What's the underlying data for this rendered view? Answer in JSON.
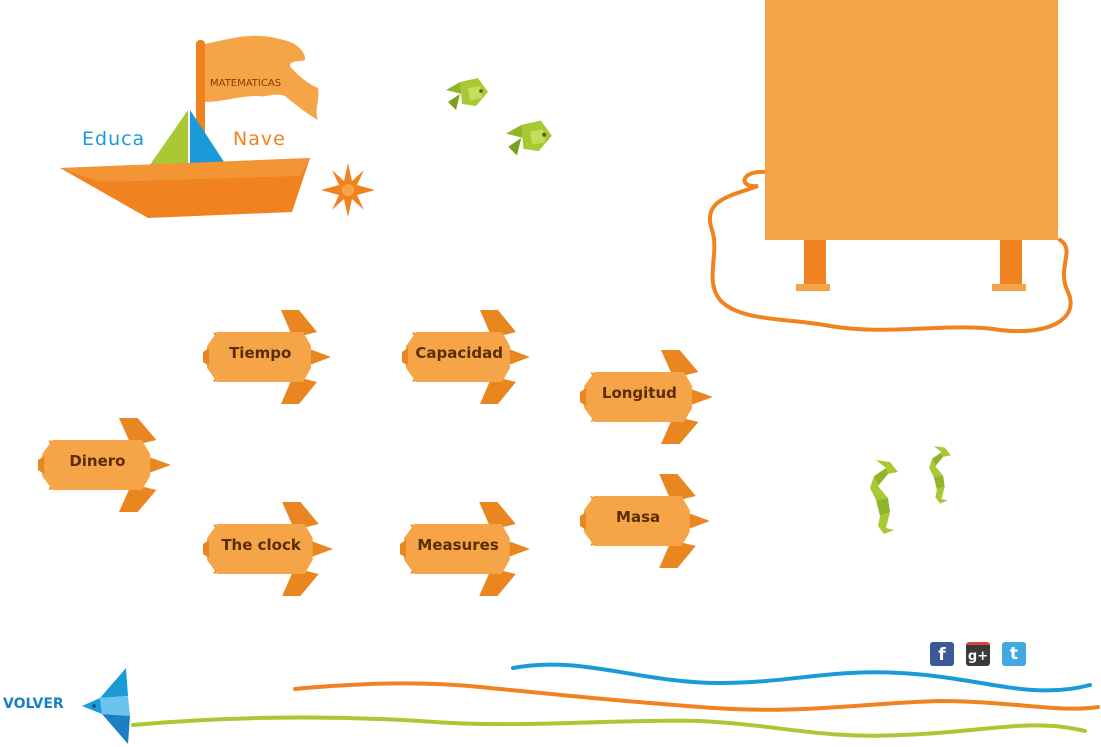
{
  "logo": {
    "flag_text": "MATEMATICAS",
    "brand_left": "Educa",
    "brand_right": "Nave"
  },
  "menu": [
    {
      "id": "tiempo",
      "label": "Tiempo"
    },
    {
      "id": "capacidad",
      "label": "Capacidad"
    },
    {
      "id": "longitud",
      "label": "Longitud"
    },
    {
      "id": "dinero",
      "label": "Dinero"
    },
    {
      "id": "the-clock",
      "label": "The clock"
    },
    {
      "id": "measures",
      "label": "Measures"
    },
    {
      "id": "masa",
      "label": "Masa"
    }
  ],
  "back": {
    "label": "VOLVER"
  },
  "social": [
    {
      "icon": "facebook-icon",
      "glyph": "f",
      "color": "#3b5998"
    },
    {
      "icon": "google-plus-icon",
      "glyph": "g+",
      "color": "#3a3a3a"
    },
    {
      "icon": "twitter-icon",
      "glyph": "t",
      "color": "#3fa9e0"
    }
  ],
  "colors": {
    "orange": "#f08220",
    "turtle": "#f5a547",
    "turtle_dark": "#e9861f",
    "green": "#a9c934",
    "blue": "#1a9bd8",
    "text_brown": "#5a2d05"
  }
}
